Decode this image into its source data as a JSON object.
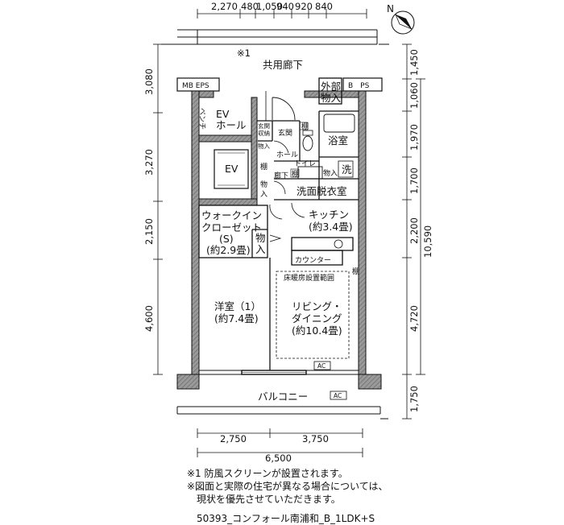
{
  "dimensions": {
    "top": [
      "2,270",
      "480",
      "1,050",
      "940",
      "920",
      "840"
    ],
    "left": [
      "3,080",
      "3,270",
      "2,150",
      "4,600"
    ],
    "right_inner": [
      "1,450",
      "1,060",
      "1,970",
      "1,700",
      "2,200",
      "4,720",
      "1,750"
    ],
    "right_total": "10,590",
    "bottom": [
      "2,750",
      "3,750"
    ],
    "bottom_total": "6,500"
  },
  "labels": {
    "corridor_mark": "※1",
    "corridor": "共用廊下",
    "mb_eps": "MB EPS",
    "b_ps": "B　PS",
    "outdoor_storage_1": "外部",
    "outdoor_storage_2": "物入",
    "bench": "ベンチ",
    "ev_hall_1": "EV",
    "ev_hall_2": "ホール",
    "ev": "EV",
    "entrance_storage_1": "玄関",
    "entrance_storage_2": "収納",
    "entrance_storage_3": "物入",
    "entrance": "玄関",
    "hall": "ホール",
    "shelf_a": "棚",
    "shelf_b": "棚",
    "shelf_c": "棚",
    "shelf_d": "棚",
    "toilet": "トイレ",
    "corridor_inner": "廊下",
    "storage_a": "物入",
    "storage_b_1": "物",
    "storage_b_2": "入",
    "bath": "浴室",
    "washer": "洗",
    "washroom": "洗面脱衣室",
    "wic_1": "ウォークイン",
    "wic_2": "クローゼット",
    "wic_3": "(S)",
    "wic_4": "(約2.9畳)",
    "storage_c_1": "物",
    "storage_c_2": "入",
    "kitchen_1": "キッチン",
    "kitchen_2": "(約3.4畳)",
    "counter": "カウンター",
    "floor_heating": "床暖房設置範囲",
    "western_1": "洋室（1）",
    "western_2": "(約7.4畳)",
    "living_1": "リビング・",
    "living_2": "ダイニング",
    "living_3": "(約10.4畳)",
    "ac_1": "AC",
    "ac_2": "AC",
    "balcony": "バルコニー",
    "compass_n": "N"
  },
  "notes": [
    "※1 防風スクリーンが設置されます。",
    "※図面と実際の住宅が異なる場合については、",
    "　現状を優先させていただきます。"
  ],
  "footer": "50393_コンフォール南浦和_B_1LDK+S"
}
